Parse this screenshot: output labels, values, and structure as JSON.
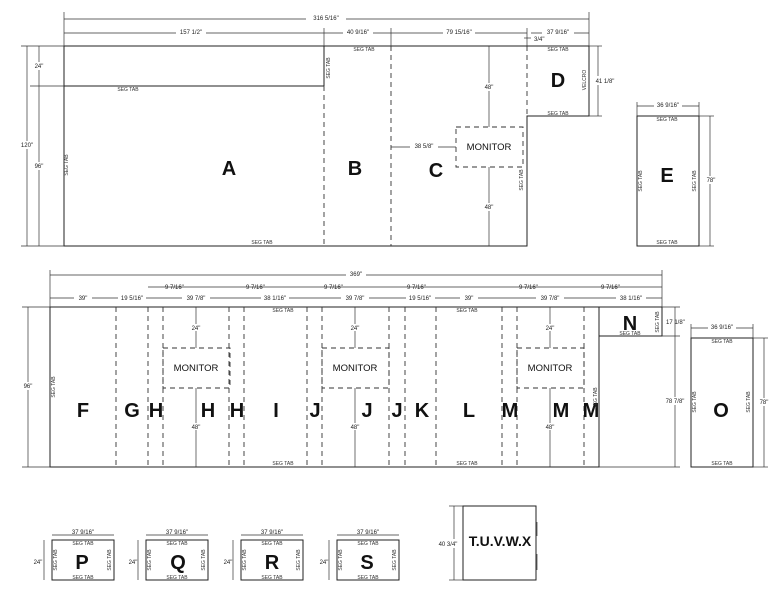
{
  "top_wall": {
    "dimensions": {
      "overall": "316 5/16\"",
      "a_width": "157 1/2\"",
      "b_width": "40 9/16\"",
      "c_width": "79 15/16\"",
      "d_width": "37 9/16\"",
      "gap": "3/4\"",
      "top_drop": "24\"",
      "total_height": "120\"",
      "lower_height": "96\"",
      "mon_top": "48\"",
      "mon_bottom": "48\"",
      "mon_side": "38 5/8\"",
      "d_height": "41 1/8\""
    },
    "panels": {
      "a": "A",
      "b": "B",
      "c": "C",
      "d": "D"
    },
    "monitor": "MONITOR",
    "velcro": "VELCRO"
  },
  "panel_e": {
    "label": "E",
    "width": "36 9/16\"",
    "height": "78\""
  },
  "middle_wall": {
    "dimensions": {
      "overall": "369\"",
      "f_width": "39\"",
      "g_width": "19 5/16\"",
      "h_gap": "9 7/16\"",
      "h_width": "39 7/8\"",
      "h_gap2": "9 7/16\"",
      "i_width": "38 1/16\"",
      "j_gap": "9 7/16\"",
      "j_width": "39 7/8\"",
      "j_gap2": "9 7/16\"",
      "k_width": "19 5/16\"",
      "l_width": "39\"",
      "m_gap": "9 7/16\"",
      "m_width": "39 7/8\"",
      "m_gap2": "9 7/16\"",
      "n_width": "38 1/16\"",
      "n_height": "17 1/8\"",
      "left_height": "96\"",
      "right_height": "78 7/8\"",
      "mon_top": "24\"",
      "mon_bottom": "48\""
    },
    "panels": {
      "f": "F",
      "g": "G",
      "h1": "H",
      "h2": "H",
      "h3": "H",
      "i": "I",
      "j1": "J",
      "j2": "J",
      "j3": "J",
      "k": "K",
      "l": "L",
      "m1": "M",
      "m2": "M",
      "m3": "M",
      "n": "N"
    },
    "monitor": "MONITOR"
  },
  "panel_o": {
    "label": "O",
    "width": "36 9/16\"",
    "height": "78\""
  },
  "small_panels": [
    {
      "label": "P",
      "width": "37 9/16\"",
      "height": "24\""
    },
    {
      "label": "Q",
      "width": "37 9/16\"",
      "height": "24\""
    },
    {
      "label": "R",
      "width": "37 9/16\"",
      "height": "24\""
    },
    {
      "label": "S",
      "width": "37 9/16\"",
      "height": "24\""
    }
  ],
  "tuvwx": {
    "label": "T.U.V.W.X",
    "height": "40 3/4\""
  },
  "seg_tab": "SEG TAB"
}
